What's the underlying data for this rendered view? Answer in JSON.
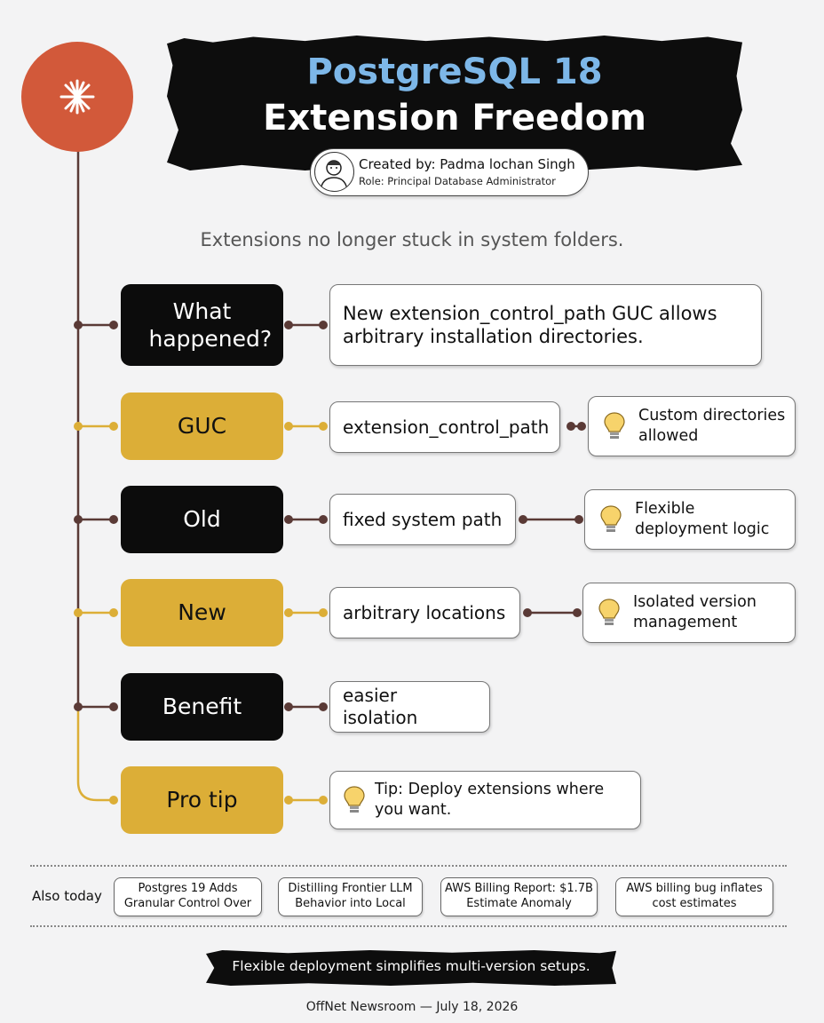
{
  "title": {
    "line1": "PostgreSQL 18",
    "line2": "Extension Freedom"
  },
  "author": {
    "name": "Created by: Padma lochan Singh",
    "role": "Role: Principal Database Administrator"
  },
  "subtitle": "Extensions no longer stuck in system folders.",
  "rows": [
    {
      "label": "What happened?",
      "style": "black",
      "detail": "New extension_control_path GUC allows arbitrary installation directories.",
      "note": null
    },
    {
      "label": "GUC",
      "style": "gold",
      "detail": "extension_control_path",
      "note": "Custom directories allowed"
    },
    {
      "label": "Old",
      "style": "black",
      "detail": "fixed system path",
      "note": "Flexible deployment logic"
    },
    {
      "label": "New",
      "style": "gold",
      "detail": "arbitrary locations",
      "note": "Isolated version management"
    },
    {
      "label": "Benefit",
      "style": "black",
      "detail": "easier isolation",
      "note": null
    },
    {
      "label": "Pro tip",
      "style": "gold",
      "detail": "Tip: Deploy extensions where you want.",
      "note": null
    }
  ],
  "also_today": {
    "label": "Also today",
    "items": [
      "Postgres 19 Adds Granular Control Over",
      "Distilling Frontier LLM Behavior into Local",
      "AWS Billing Report: $1.7B Estimate Anomaly",
      "AWS billing bug inflates cost estimates"
    ]
  },
  "footer": {
    "tagline": "Flexible deployment simplifies multi-version setups.",
    "credit": "OffNet Newsroom — July 18, 2026"
  },
  "colors": {
    "accent_orange": "#d2593a",
    "gold": "#dcae37",
    "title_blue": "#7db7e8",
    "connector_dark": "#5a3a36"
  },
  "icons": {
    "logo": "asterisk-icon",
    "notes": "lightbulb-icon"
  }
}
